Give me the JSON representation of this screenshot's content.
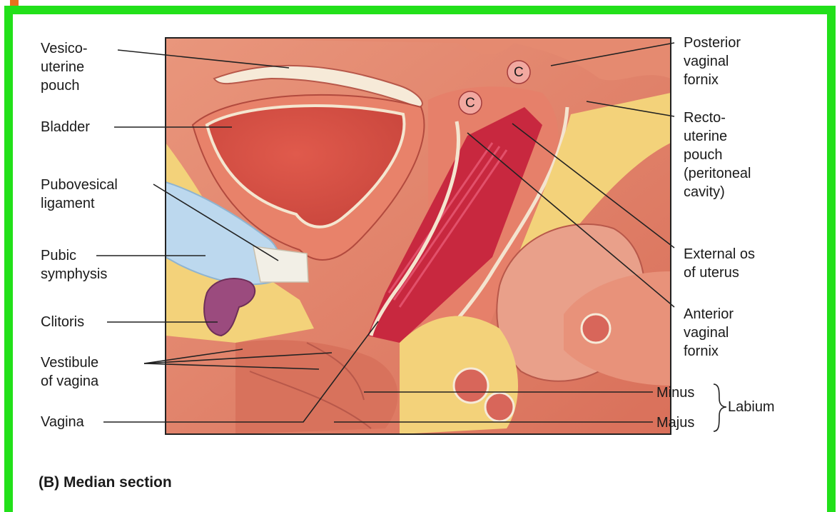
{
  "labels": {
    "vesico_uterine_pouch": "Vesico-\nuterine\npouch",
    "bladder": "Bladder",
    "pubovesical_ligament": "Pubovesical\nligament",
    "pubic_symphysis": "Pubic\nsymphysis",
    "clitoris": "Clitoris",
    "vestibule_of_vagina": "Vestibule\nof vagina",
    "vagina": "Vagina",
    "posterior_vaginal_fornix": "Posterior\nvaginal\nfornix",
    "recto_uterine_pouch": "Recto-\nuterine\npouch\n(peritoneal\ncavity)",
    "external_os_of_uterus": "External os\nof uterus",
    "anterior_vaginal_fornix": "Anterior\nvaginal\nfornix",
    "minus": "Minus",
    "majus": "Majus",
    "labium": "Labium",
    "cervix_marker_1": "C",
    "cervix_marker_2": "C"
  },
  "caption": "(B) Median section",
  "colors": {
    "frame_border": "#22e01a",
    "corner_tab": "#e8711c",
    "tissue": "#e07a62",
    "lumen": "#c8283f",
    "fat": "#f4d47c",
    "bone": "#bcd8ee"
  }
}
